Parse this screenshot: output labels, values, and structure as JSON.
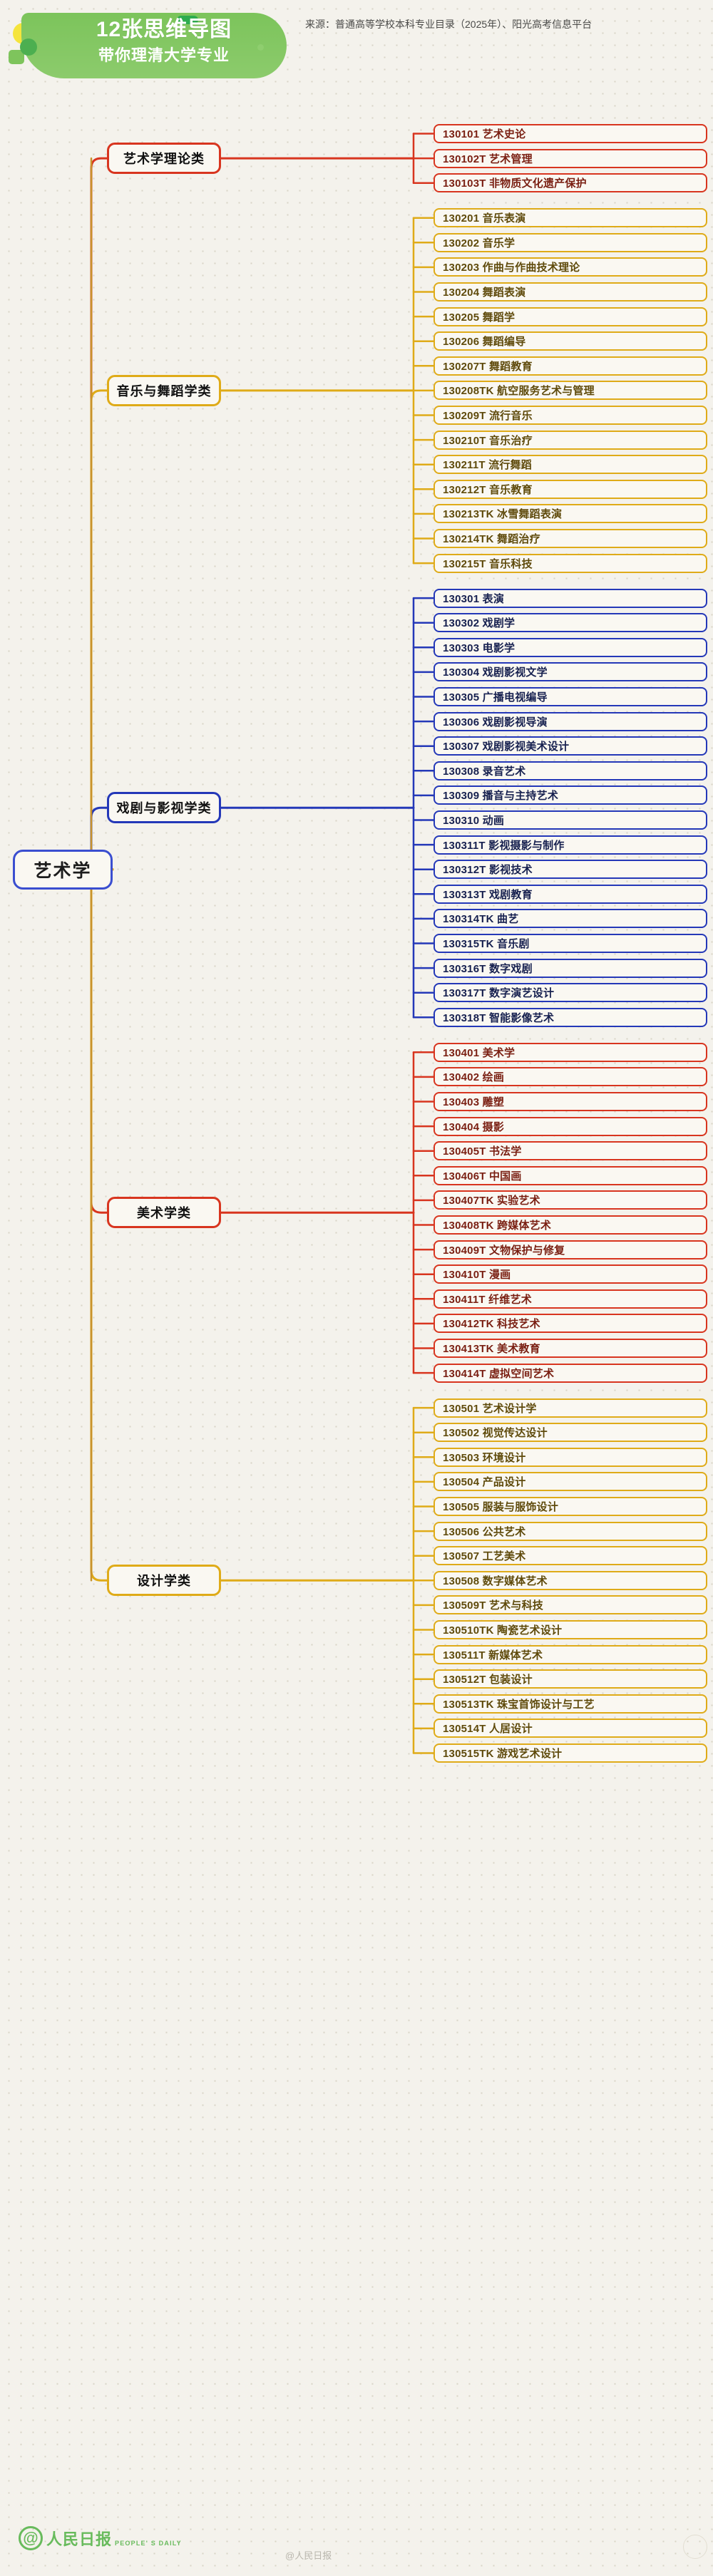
{
  "header": {
    "badge_line1": "12张思维导图",
    "badge_line2": "带你理清大学专业",
    "source": "来源：普通高等学校本科专业目录（2025年）、阳光高考信息平台"
  },
  "footer": {
    "logo_at": "@",
    "logo_cn": "人民日报",
    "logo_en": "PEOPLE' S DAILY",
    "weibo": "@人民日报"
  },
  "colors": {
    "red": "#d8351f",
    "gold": "#dfab18",
    "blue": "#2438b8",
    "root_border": "#3a4ed0",
    "background": "#f4f2ec",
    "node_fill": "#faf8f2",
    "brand_green": "#7ec45c"
  },
  "mindmap": {
    "root": "艺术学",
    "groups": [
      {
        "label": "艺术学理论类",
        "color": "red",
        "items": [
          "130101 艺术史论",
          "130102T 艺术管理",
          "130103T 非物质文化遗产保护"
        ]
      },
      {
        "label": "音乐与舞蹈学类",
        "color": "gold",
        "items": [
          "130201 音乐表演",
          "130202 音乐学",
          "130203 作曲与作曲技术理论",
          "130204 舞蹈表演",
          "130205 舞蹈学",
          "130206 舞蹈编导",
          "130207T 舞蹈教育",
          "130208TK 航空服务艺术与管理",
          "130209T 流行音乐",
          "130210T 音乐治疗",
          "130211T 流行舞蹈",
          "130212T 音乐教育",
          "130213TK 冰雪舞蹈表演",
          "130214TK 舞蹈治疗",
          "130215T 音乐科技"
        ]
      },
      {
        "label": "戏剧与影视学类",
        "color": "blue",
        "items": [
          "130301 表演",
          "130302 戏剧学",
          "130303 电影学",
          "130304 戏剧影视文学",
          "130305 广播电视编导",
          "130306 戏剧影视导演",
          "130307 戏剧影视美术设计",
          "130308 录音艺术",
          "130309 播音与主持艺术",
          "130310 动画",
          "130311T 影视摄影与制作",
          "130312T 影视技术",
          "130313T 戏剧教育",
          "130314TK 曲艺",
          "130315TK 音乐剧",
          "130316T 数字戏剧",
          "130317T 数字演艺设计",
          "130318T 智能影像艺术"
        ]
      },
      {
        "label": "美术学类",
        "color": "red",
        "items": [
          "130401 美术学",
          "130402 绘画",
          "130403 雕塑",
          "130404 摄影",
          "130405T 书法学",
          "130406T 中国画",
          "130407TK 实验艺术",
          "130408TK 跨媒体艺术",
          "130409T 文物保护与修复",
          "130410T 漫画",
          "130411T 纤维艺术",
          "130412TK 科技艺术",
          "130413TK 美术教育",
          "130414T 虚拟空间艺术"
        ]
      },
      {
        "label": "设计学类",
        "color": "gold",
        "items": [
          "130501 艺术设计学",
          "130502 视觉传达设计",
          "130503 环境设计",
          "130504 产品设计",
          "130505 服装与服饰设计",
          "130506 公共艺术",
          "130507 工艺美术",
          "130508 数字媒体艺术",
          "130509T 艺术与科技",
          "130510TK 陶瓷艺术设计",
          "130511T 新媒体艺术",
          "130512T 包装设计",
          "130513TK 珠宝首饰设计与工艺",
          "130514T 人居设计",
          "130515TK 游戏艺术设计"
        ]
      }
    ]
  }
}
